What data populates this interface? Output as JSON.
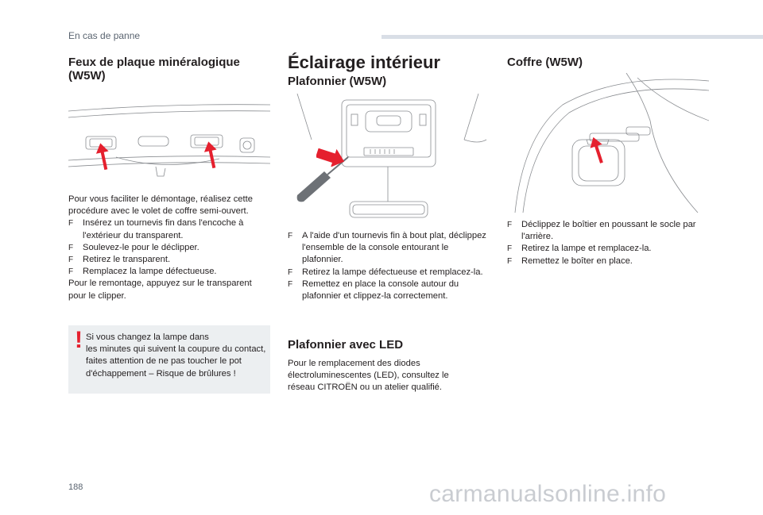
{
  "header": {
    "section": "En cas de panne"
  },
  "col1": {
    "title": "Feux de plaque minéralogique\n(W5W)",
    "intro": "Pour vous faciliter le démontage, réalisez cette procédure avec le volet de coffre semi-ouvert.",
    "steps": [
      "Insérez un tournevis fin dans l'encoche à l'extérieur du transparent.",
      "Soulevez-le pour le déclipper.",
      "Retirez le transparent.",
      "Remplacez la lampe défectueuse."
    ],
    "outro": "Pour le remontage, appuyez sur le transparent pour le clipper.",
    "warning": {
      "mark": "!",
      "lines": [
        "Si vous changez la lampe dans",
        "les minutes qui suivent la coupure du contact, faites attention de ne pas toucher le pot d'échappement – Risque de brûlures !"
      ]
    }
  },
  "col2": {
    "title": "Éclairage intérieur",
    "subtitle1": "Plafonnier (W5W)",
    "steps": [
      "A l'aide d'un tournevis fin à bout plat, déclippez l'ensemble de la console entourant le plafonnier.",
      "Retirez la lampe défectueuse et remplacez-la.",
      "Remettez en place la console autour du plafonnier et clippez-la correctement."
    ],
    "subtitle2": "Plafonnier avec LED",
    "led_text": "Pour le remplacement des diodes électroluminescentes (LED), consultez le réseau CITROËN ou un atelier qualifié."
  },
  "col3": {
    "title": "Coffre (W5W)",
    "steps": [
      "Déclippez le boîtier en poussant le socle par l'arrière.",
      "Retirez la lampe et remplacez-la.",
      "Remettez le boîter en place."
    ]
  },
  "bullet_symbol": "F",
  "page_number": "188",
  "watermark": "carmanualsonline.info",
  "colors": {
    "accent_red": "#e5202e",
    "warn_bg": "#eceff1",
    "header_bar": "#d9dee6"
  },
  "icons": [
    "warning-exclamation-icon",
    "red-arrow-icon",
    "screwdriver-icon"
  ]
}
